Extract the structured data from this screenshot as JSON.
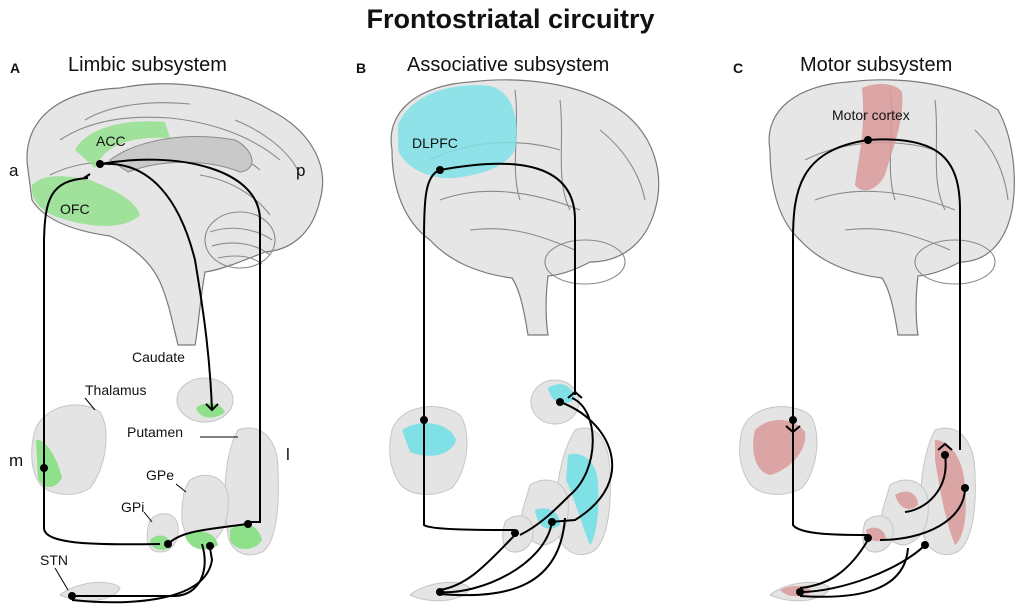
{
  "title": "Frontostriatal circuitry",
  "panels": [
    {
      "letter": "A",
      "title": "Limbic subsystem",
      "highlight_color": "#8ee08a"
    },
    {
      "letter": "B",
      "title": "Associative subsystem",
      "highlight_color": "#7fe0e6"
    },
    {
      "letter": "C",
      "title": "Motor subsystem",
      "highlight_color": "#d99a9a"
    }
  ],
  "labels": {
    "acc": "ACC",
    "ofc": "OFC",
    "anterior": "a",
    "posterior": "p",
    "caudate": "Caudate",
    "thalamus": "Thalamus",
    "putamen": "Putamen",
    "medial": "m",
    "lateral": "l",
    "gpe": "GPe",
    "gpi": "GPi",
    "stn": "STN",
    "dlpfc": "DLPFC",
    "motor_cortex": "Motor cortex"
  }
}
